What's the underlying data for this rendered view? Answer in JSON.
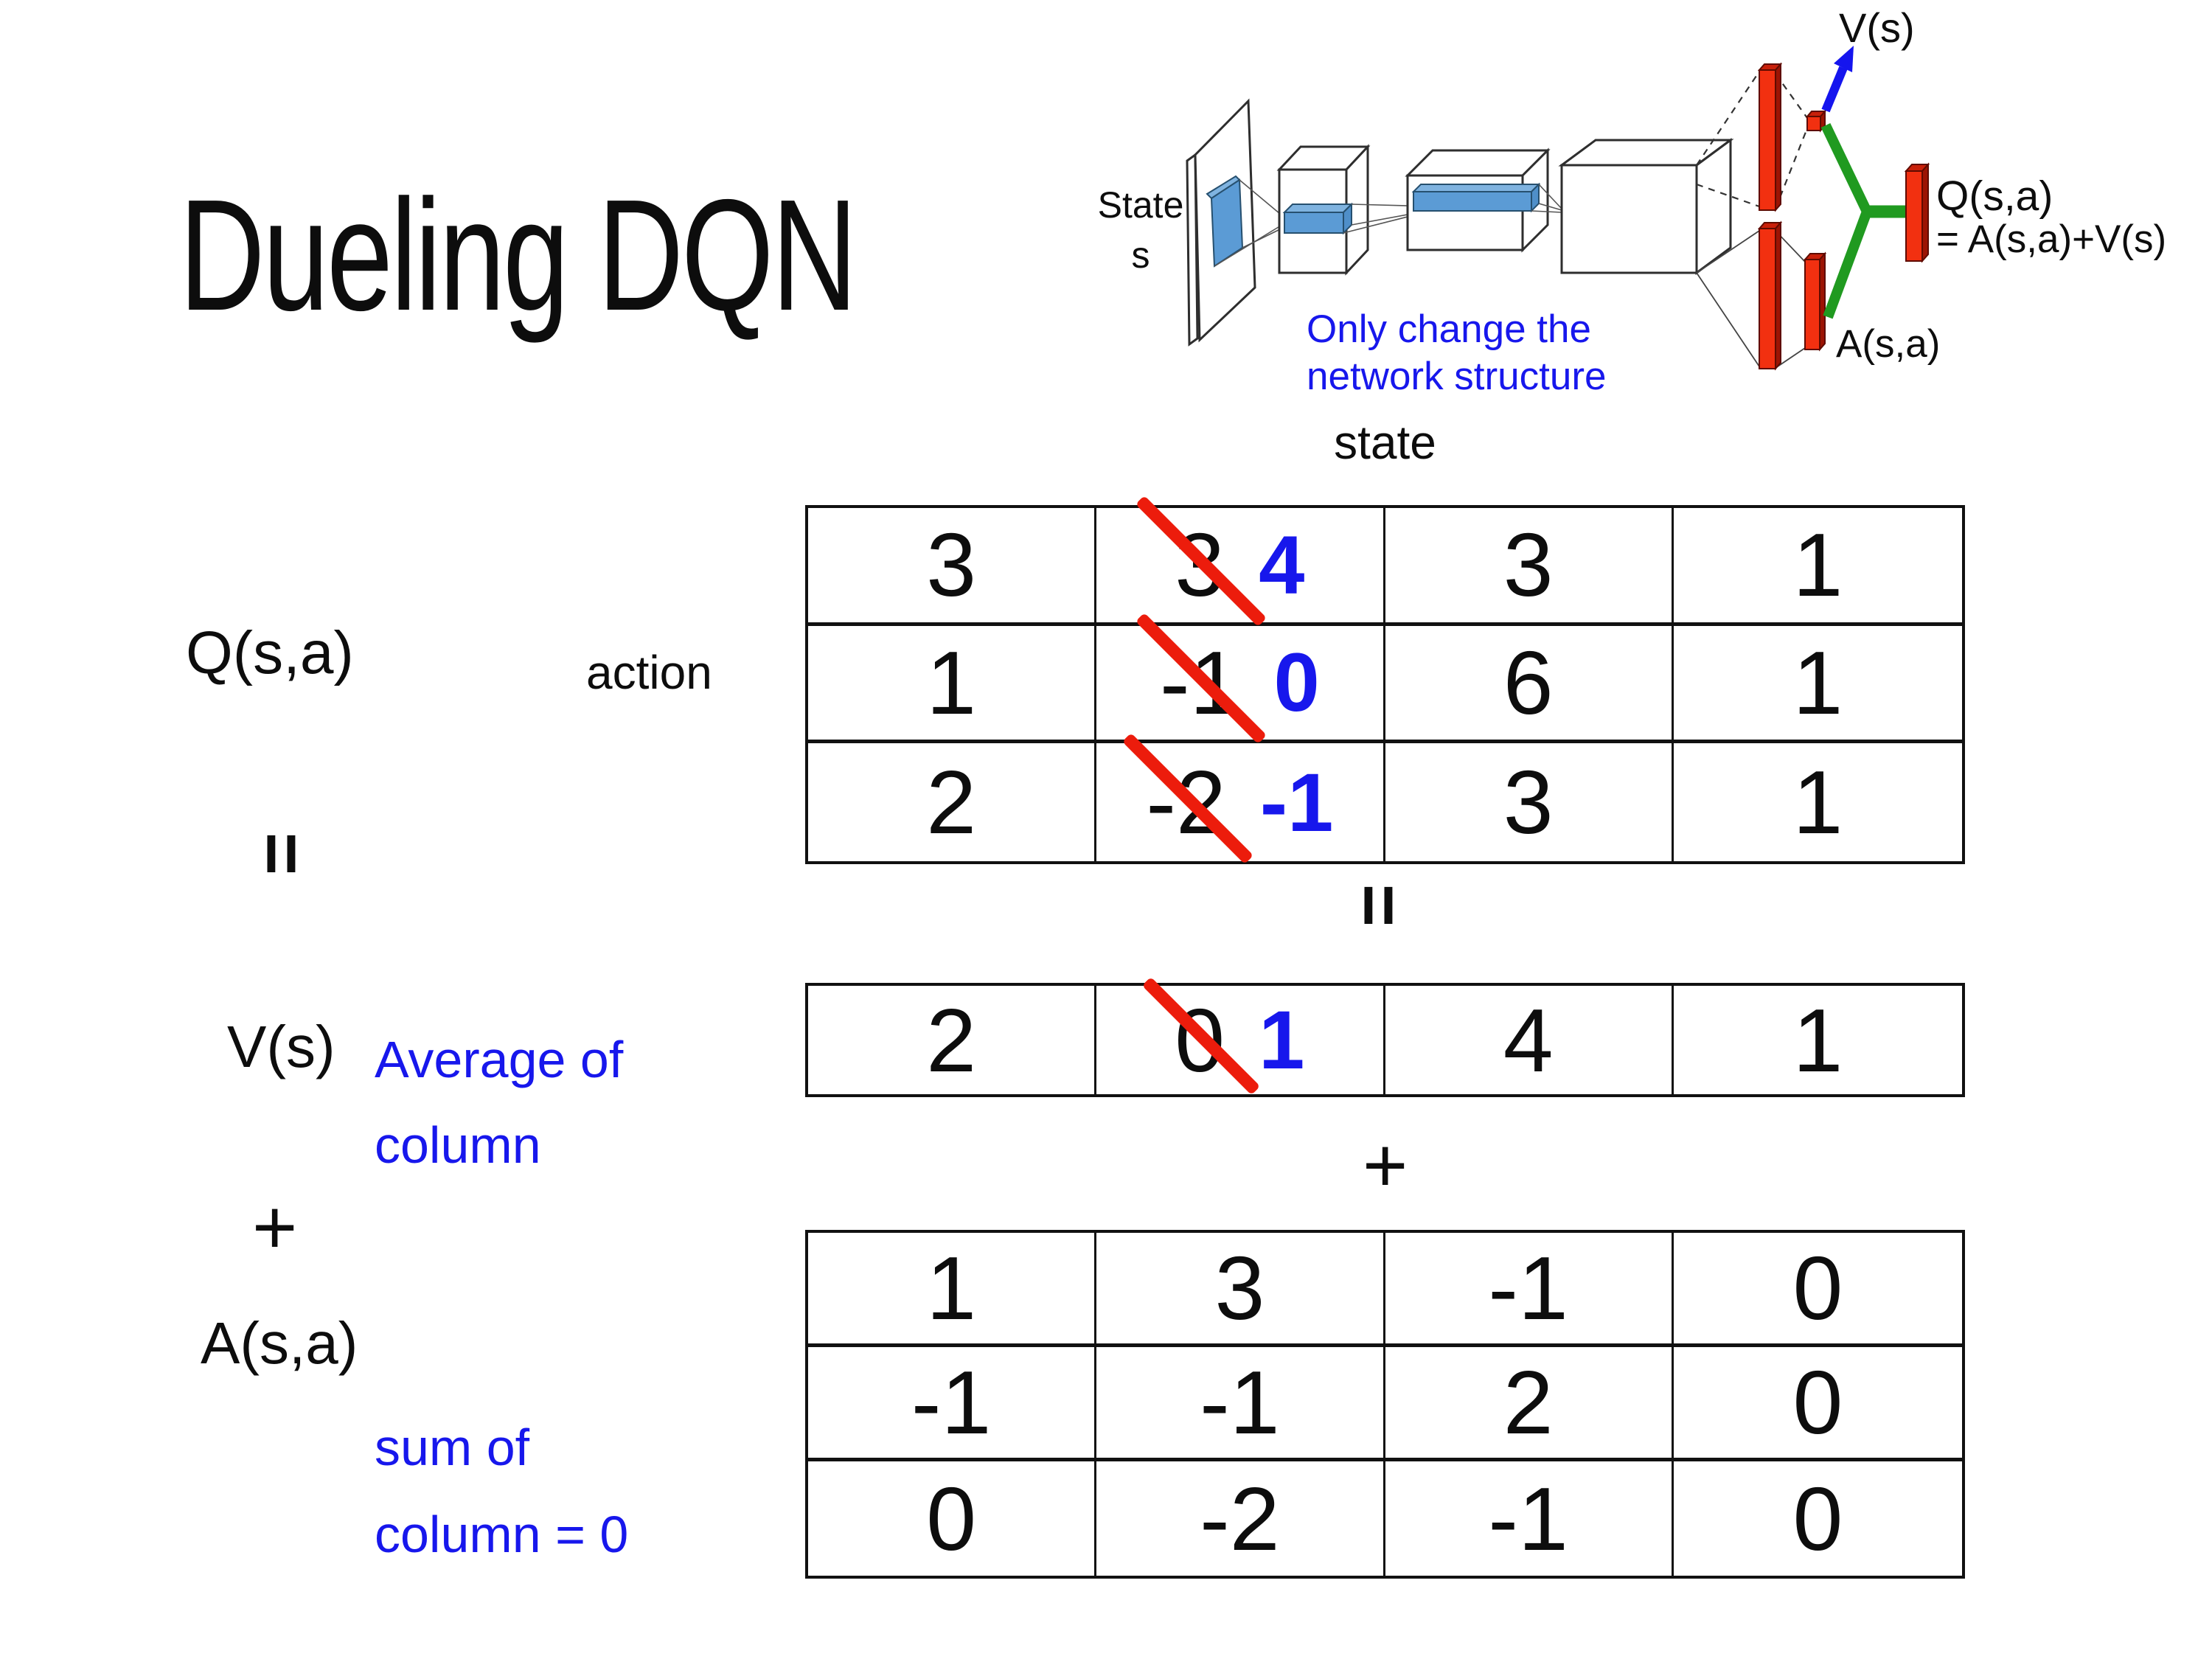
{
  "title": "Dueling DQN",
  "diagram": {
    "state_line1": "State",
    "state_line2": "s",
    "note_line1": "Only change the",
    "note_line2": "network structure",
    "v_out": "V(s)",
    "q_out": "Q(s,a)",
    "q_out_eq": "= A(s,a)+V(s)",
    "a_out": "A(s,a)"
  },
  "decomposition": {
    "q_label": "Q(s,a)",
    "action_label": "action",
    "state_label": "state",
    "equals": "=",
    "plus": "+",
    "v_label": "V(s)",
    "avg_line1": "Average of",
    "avg_line2": "column",
    "a_label": "A(s,a)",
    "sum_line1": "sum of",
    "sum_line2": "column = 0"
  },
  "q_table": {
    "rows": [
      {
        "col0": "3",
        "col1_old": "3",
        "col1_new": "4",
        "col2": "3",
        "col3": "1"
      },
      {
        "col0": "1",
        "col1_old": "-1",
        "col1_new": "0",
        "col2": "6",
        "col3": "1"
      },
      {
        "col0": "2",
        "col1_old": "-2",
        "col1_new": "-1",
        "col2": "3",
        "col3": "1"
      }
    ]
  },
  "v_table": {
    "col0": "2",
    "col1_old": "0",
    "col1_new": "1",
    "col2": "4",
    "col3": "1"
  },
  "a_table": {
    "rows": [
      [
        "1",
        "3",
        "-1",
        "0"
      ],
      [
        "-1",
        "-1",
        "2",
        "0"
      ],
      [
        "0",
        "-2",
        "-1",
        "0"
      ]
    ]
  },
  "colors": {
    "annotation_blue": "#1717ec",
    "strike_red": "#ec1c0c",
    "bar_red": "#f23010",
    "link_green": "#209a20",
    "conv_blue": "#5b9bd5"
  }
}
